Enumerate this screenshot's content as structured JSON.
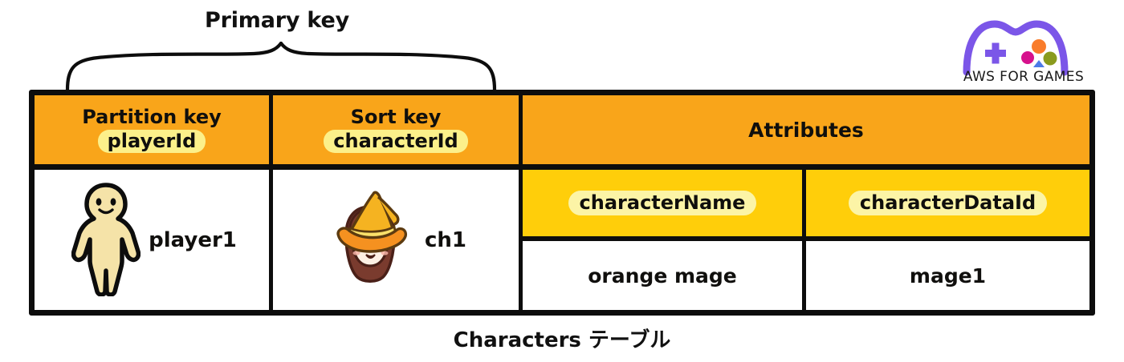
{
  "annotation": {
    "primary_key_label": "Primary key",
    "brace_icon": "curly-brace-icon"
  },
  "logo": {
    "text": "AWS FOR GAMES",
    "icon": "gamepad-icon",
    "outline_color": "#7B56E8",
    "button_colors": {
      "orange": "#F97C2B",
      "magenta": "#D6118C",
      "olive": "#8A9B1E",
      "blue": "#4C7BE8"
    }
  },
  "table": {
    "header": {
      "partition": {
        "title": "Partition key",
        "key": "playerId"
      },
      "sort": {
        "title": "Sort key",
        "key": "characterId"
      },
      "attributes_title": "Attributes"
    },
    "row": {
      "partition_icon": "player-avatar-icon",
      "partition_value": "player1",
      "sort_icon": "witch-character-icon",
      "sort_value": "ch1",
      "attributes": [
        {
          "name": "characterName",
          "value": "orange mage"
        },
        {
          "name": "characterDataId",
          "value": "mage1"
        }
      ]
    },
    "colors": {
      "header_orange": "#F9A51A",
      "subheader_yellow": "#FFCE0A",
      "highlight_pill": "#FCF08A",
      "border": "#0D0D0D"
    }
  },
  "caption": "Characters テーブル"
}
